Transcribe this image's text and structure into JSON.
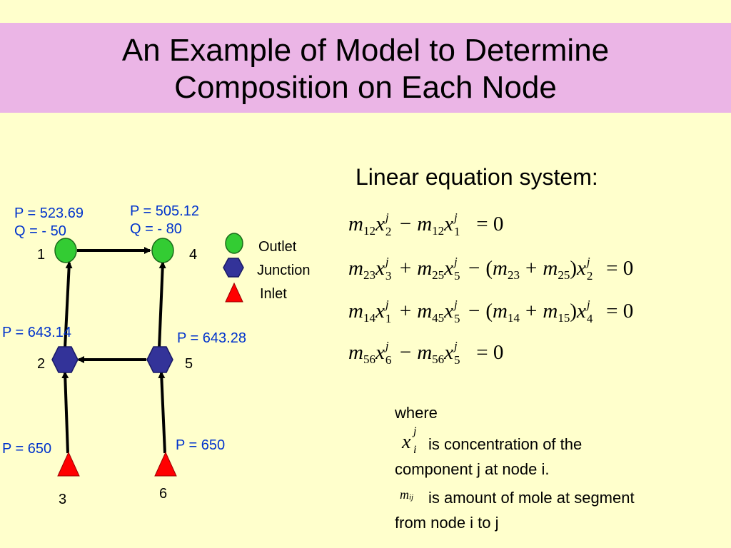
{
  "slide": {
    "title_line1": "An Example of Model to Determine",
    "title_line2": "Composition on Each Node"
  },
  "colors": {
    "title_bg": "#ebb5e6",
    "page_bg": "#ffffcc",
    "outlet": "#33cc33",
    "junction": "#333399",
    "inlet": "#ff0000",
    "label_blue": "#0033cc"
  },
  "legend": {
    "outlet": "Outlet",
    "junction": "Junction",
    "inlet": "Inlet"
  },
  "nodes": [
    {
      "id": "1",
      "type": "outlet",
      "p_label": "P = 523.69",
      "q_label": "Q = - 50"
    },
    {
      "id": "2",
      "type": "junction",
      "p_label": "P = 643.14"
    },
    {
      "id": "3",
      "type": "inlet",
      "p_label": "P = 650"
    },
    {
      "id": "4",
      "type": "outlet",
      "p_label": "P = 505.12",
      "q_label": "Q = - 80"
    },
    {
      "id": "5",
      "type": "junction",
      "p_label": "P = 643.28"
    },
    {
      "id": "6",
      "type": "inlet",
      "p_label": "P = 650"
    }
  ],
  "edges": [
    {
      "from": "1",
      "to": "4"
    },
    {
      "from": "2",
      "to": "1"
    },
    {
      "from": "3",
      "to": "2"
    },
    {
      "from": "5",
      "to": "4"
    },
    {
      "from": "5",
      "to": "2"
    },
    {
      "from": "6",
      "to": "5"
    }
  ],
  "equations": {
    "heading": "Linear equation system:",
    "eq1_rhs": "= 0",
    "eq2_rhs": "= 0",
    "eq3_rhs": "= 0",
    "eq4_rhs": "= 0"
  },
  "notes": {
    "where": "where",
    "x_desc_1": "is concentration of the",
    "x_desc_2": "component j at node i.",
    "m_desc_1": "is amount of mole at segment",
    "m_desc_2": "from node i to j"
  }
}
